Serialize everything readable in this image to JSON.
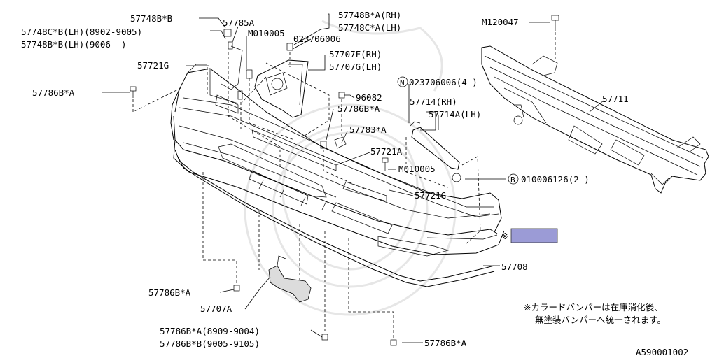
{
  "callouts": {
    "c1": "57748B*B",
    "c2": "57785A",
    "c3": "57748C*B(LH)(8902-9005)",
    "c4": "57748B*B(LH)(9006-     )",
    "c5": "M010005",
    "c6": "57748B*A(RH)",
    "c7": "57748C*A(LH)",
    "c8": "023706006",
    "c9": "M120047",
    "c10": "57721G",
    "c11": "57707F(RH)",
    "c12": "57707G(LH)",
    "c13": "57786B*A",
    "c14": "023706006(4 )",
    "c15": "96082",
    "c16": "57711",
    "c17": "57786B*A",
    "c18": "57714(RH)",
    "c19": "57714A(LH)",
    "c20": "57783*A",
    "c21": "57721A",
    "c22": "M010005",
    "c23": "010006126(2 )",
    "c24": "57721G",
    "c25": "57708",
    "c26": "57786B*A",
    "c27": "57707A",
    "c28": "57786B*A(8909-9004)",
    "c29": "57786B*B(9005-9105)",
    "c30": "57786B*A"
  },
  "circled": {
    "n": "N",
    "b": "B"
  },
  "reference_mark": "※",
  "note_line1": "※カラードバンパーは在庫消化後、",
  "note_line2": "無塗装バンパーへ統一されます。",
  "figure_code": "A590001002",
  "highlight_color": "#9b9bd6"
}
